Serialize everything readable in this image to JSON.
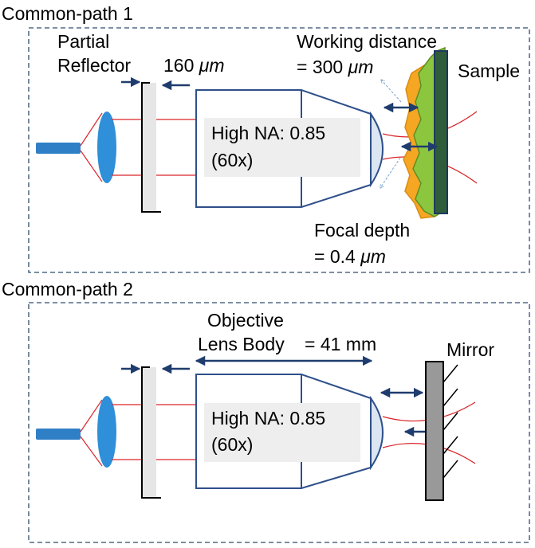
{
  "panel1": {
    "title": "Common-path 1",
    "reflector_label_line1": "Partial",
    "reflector_label_line2": "Reflector",
    "gap_value": "160 ",
    "gap_unit": "μm",
    "working_distance_line1": "Working distance",
    "working_distance_line2": "= 300 ",
    "working_distance_unit": "μm",
    "sample_label": "Sample",
    "objective_line1": "High NA: 0.85",
    "objective_line2": "(60x)",
    "focal_depth_line1": "Focal depth",
    "focal_depth_line2": "= 0.4 ",
    "focal_depth_unit": "μm"
  },
  "panel2": {
    "title": "Common-path 2",
    "objective_label_line1": "Objective",
    "objective_label_line2": "Lens Body",
    "lens_length": "= 41 mm",
    "mirror_label": "Mirror",
    "objective_line1": "High NA: 0.85",
    "objective_line2": "(60x)"
  },
  "colors": {
    "dashed_border": "#2e4a6e",
    "lens_body_stroke": "#2e4f8a",
    "arrow": "#1f3c6e",
    "beam": "#d9262b",
    "fiber": "#2f7fc6",
    "collimating_lens": "#2f8fd8",
    "reflector_fill": "#e6e6e6",
    "sample_orange": "#f5a623",
    "sample_green": "#8cc63f",
    "sample_dark": "#2f5d3a",
    "mirror_fill": "#999999",
    "objective_tip": "#dce6f2"
  },
  "icons": {
    "fiber": "fiber-icon",
    "collimating_lens": "lens-icon",
    "mirror_hatch": "mirror-hatch-icon"
  }
}
